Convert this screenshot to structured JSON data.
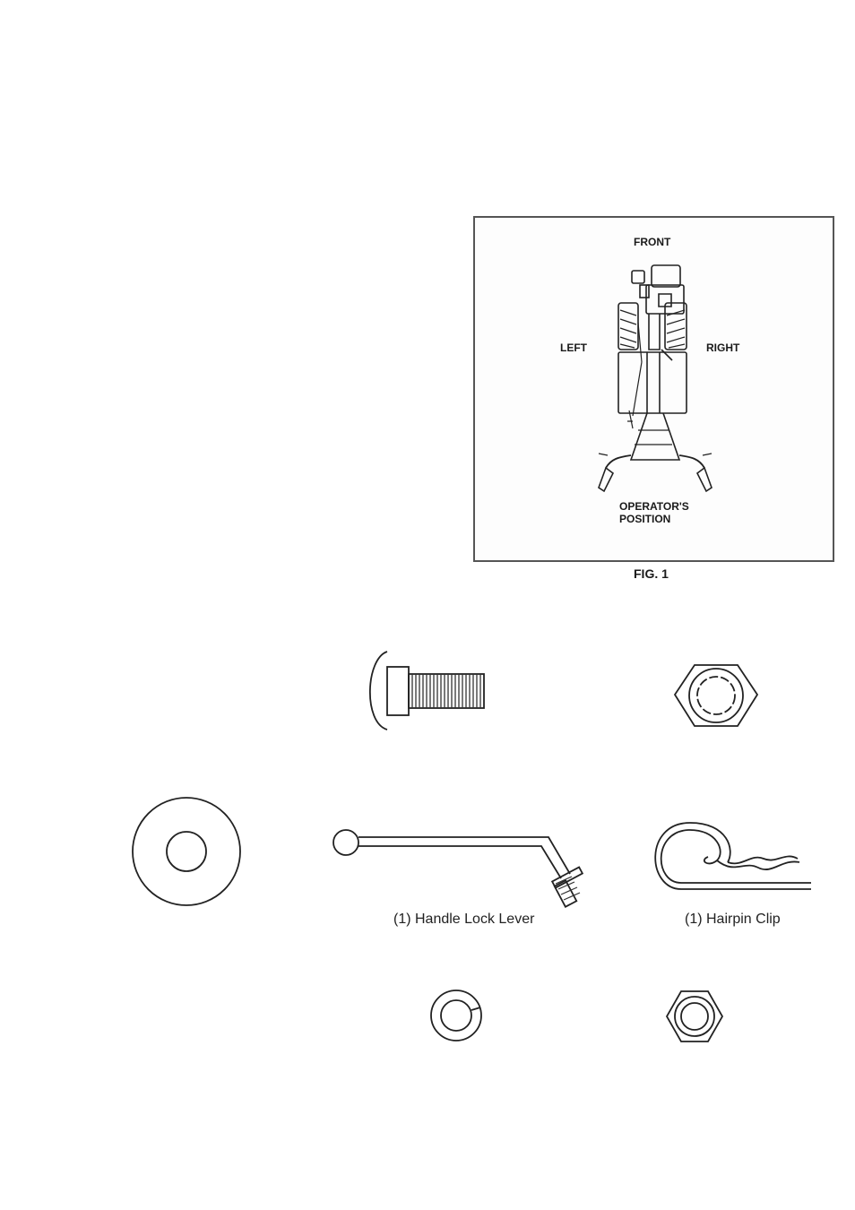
{
  "figure": {
    "labels": {
      "front": "FRONT",
      "left": "LEFT",
      "right": "RIGHT",
      "operator_line1": "OPERATOR'S",
      "operator_line2": "POSITION"
    },
    "caption": "FIG. 1"
  },
  "parts": {
    "handle_lock_lever": "(1) Handle Lock Lever",
    "hairpin_clip": "(1) Hairpin Clip"
  }
}
